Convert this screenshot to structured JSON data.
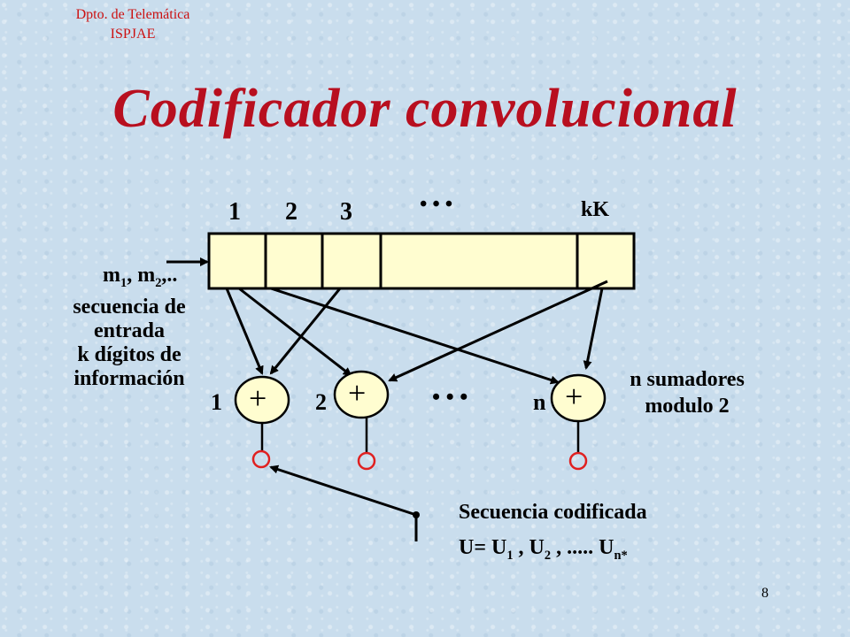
{
  "header": {
    "org_line1": "Dpto. de Telemática",
    "org_line2": "ISPJAE"
  },
  "title": "Codificador convolucional",
  "register": {
    "cell_labels": [
      "1",
      "2",
      "3"
    ],
    "ellipsis": "• • •",
    "last_label": "kK",
    "fill": "#fffdd0"
  },
  "input": {
    "m_sequence": "m",
    "m_sub1": "1",
    "m_comma": ", m",
    "m_sub2": "2",
    "m_tail": ",..",
    "line1": "secuencia de",
    "line2": "entrada",
    "line3": "k dígitos de",
    "line4": "información"
  },
  "adders": {
    "symbol": "+",
    "labels": [
      "1",
      "2",
      "n"
    ],
    "ellipsis": "•   •   •",
    "desc_line1": "n sumadores",
    "desc_line2": "modulo 2",
    "fill": "#fffdd0"
  },
  "output": {
    "line1": "Secuencia codificada",
    "line2_prefix": "U= U",
    "sub1": "1",
    "mid1": " , U",
    "sub2": "2",
    "mid2": " ,  .....  U",
    "subn": "n*"
  },
  "colors": {
    "title": "#b80f1f",
    "header": "#cc1111",
    "output_circle": "#e02020"
  },
  "page_number": "8"
}
